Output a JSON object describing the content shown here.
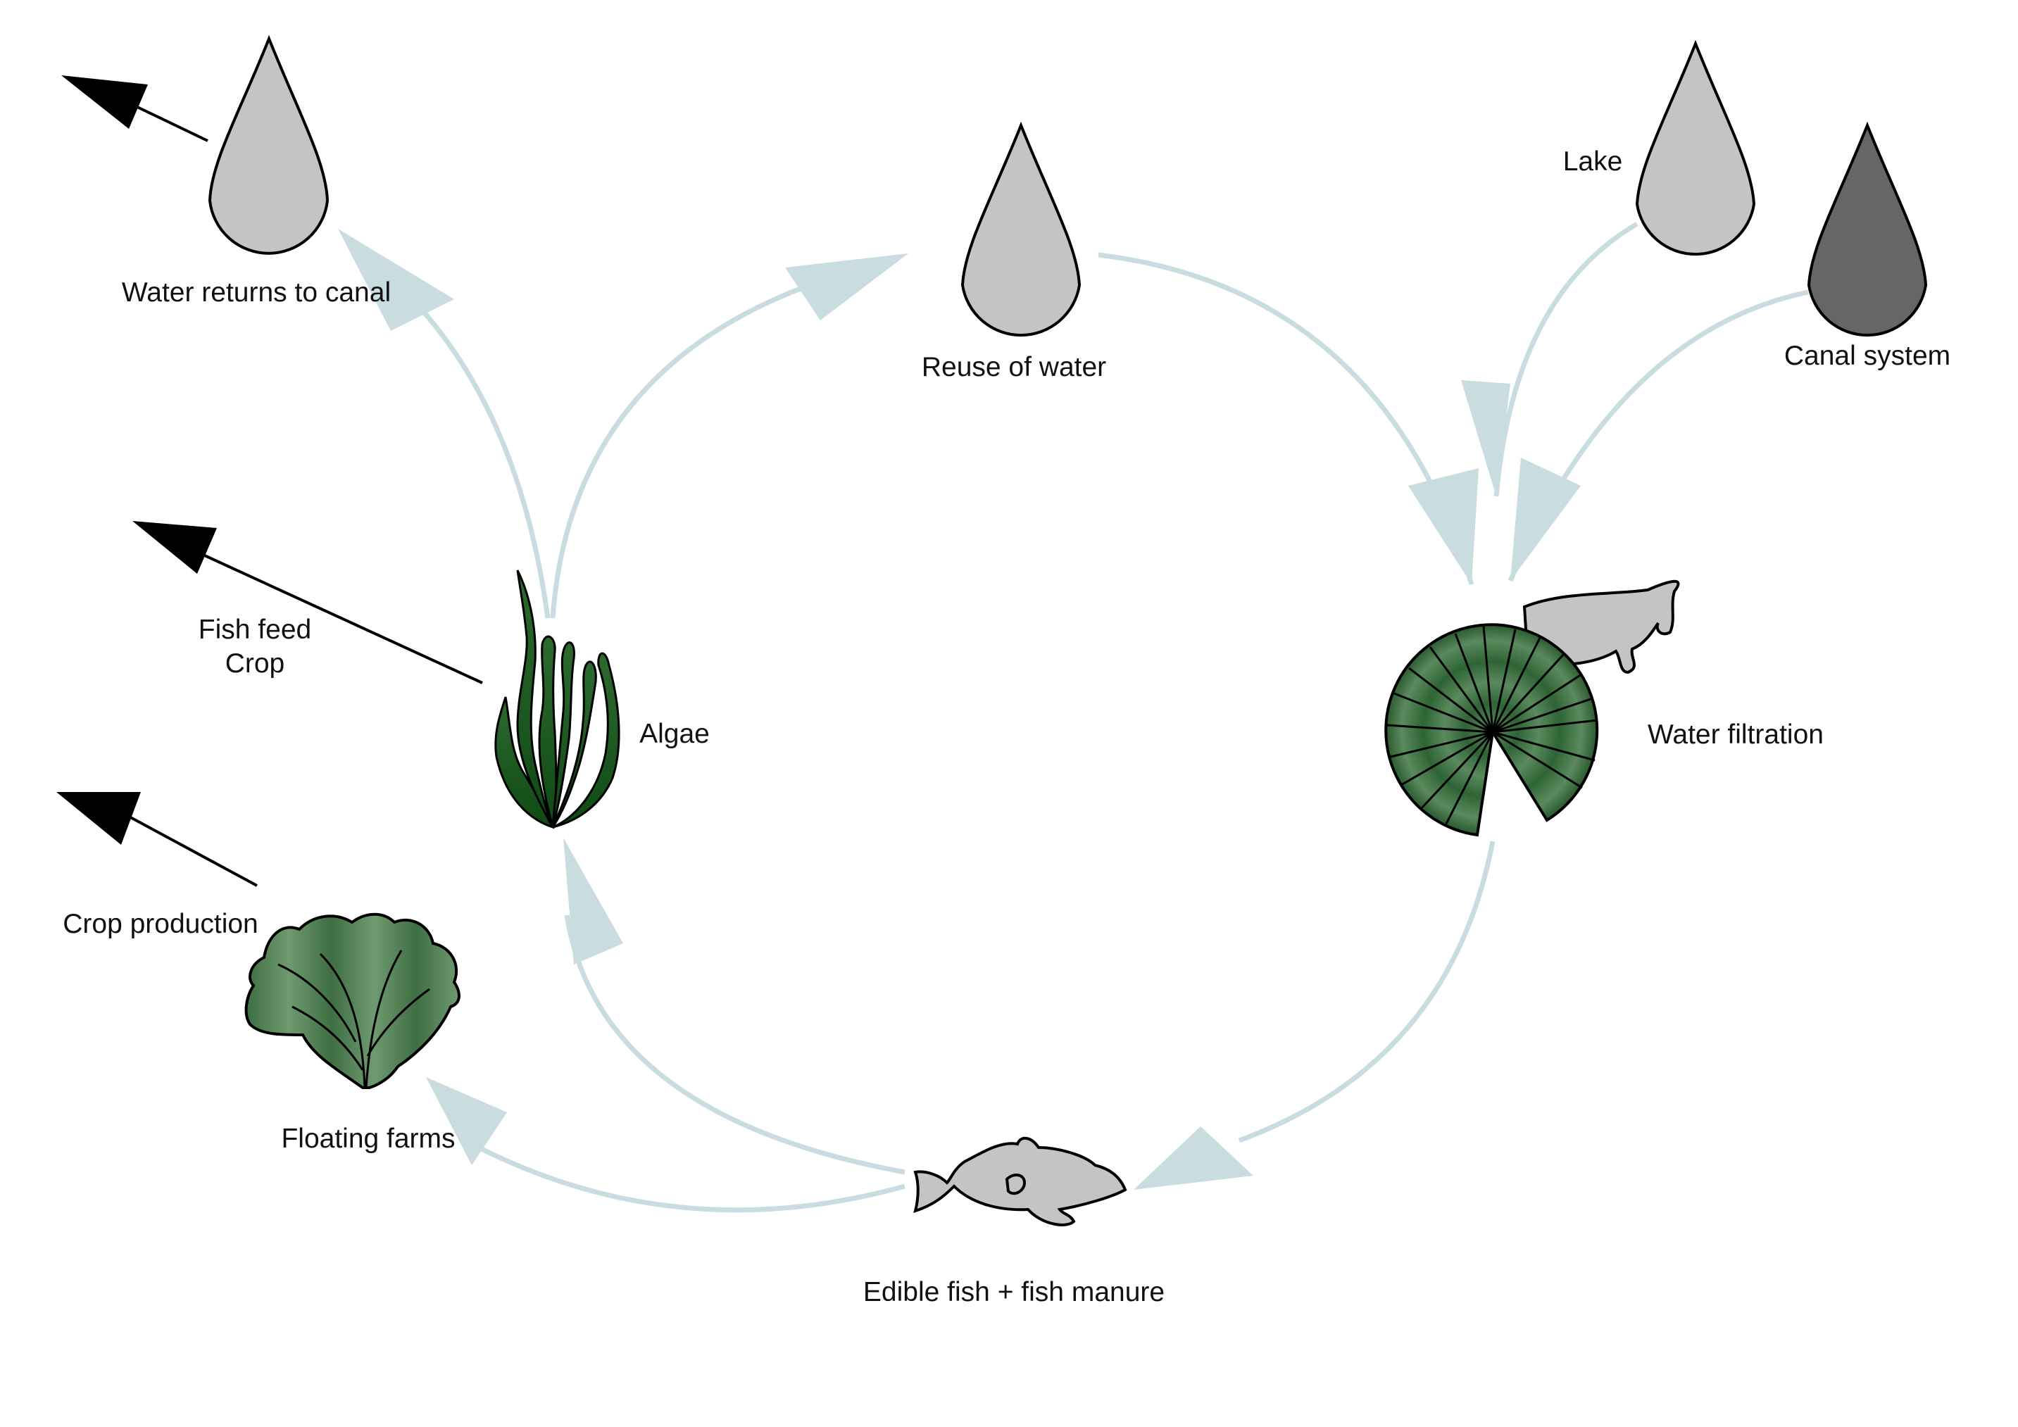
{
  "colors": {
    "flow_arrow": "#c9dce0",
    "output_arrow": "#000000",
    "water_drop_light": "#c4c4c4",
    "water_drop_dark": "#666666",
    "plant_green": "#2e5e33",
    "fish_gray": "#c4c4c4"
  },
  "nodes": {
    "water_returns": {
      "label": "Water returns to canal",
      "icon": "water-drop-icon"
    },
    "reuse": {
      "label": "Reuse of water",
      "icon": "water-drop-icon"
    },
    "lake": {
      "label": "Lake",
      "icon": "water-drop-icon"
    },
    "canal": {
      "label": "Canal system",
      "icon": "water-drop-dark-icon"
    },
    "filtration": {
      "label": "Water filtration",
      "icon": "lily-pad-fish-icon"
    },
    "fish": {
      "label": "Edible fish + fish manure",
      "icon": "fish-icon"
    },
    "floating_farms": {
      "label": "Floating farms",
      "icon": "lettuce-icon"
    },
    "algae": {
      "label": "Algae",
      "icon": "algae-icon"
    }
  },
  "outputs": {
    "fish_feed": {
      "line1": "Fish feed",
      "line2": "Crop"
    },
    "crop_production": {
      "label": "Crop production"
    }
  }
}
